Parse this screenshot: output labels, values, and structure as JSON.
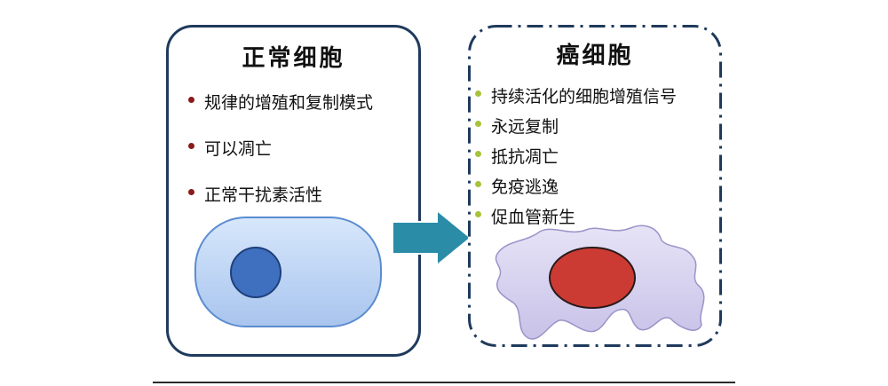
{
  "normal_panel": {
    "title": "正常细胞",
    "bullet_color": "#8b1a1a",
    "items": [
      "规律的增殖和复制模式",
      "可以凋亡",
      "正常干扰素活性"
    ],
    "cell_color": "#c6daf6",
    "nucleus_color": "#3f6fbf"
  },
  "cancer_panel": {
    "title": "癌细胞",
    "bullet_color": "#a8c23a",
    "items": [
      "持续活化的细胞增殖信号",
      "永远复制",
      "抵抗凋亡",
      "免疫逃逸",
      "促血管新生"
    ],
    "cell_color": "#d8d4ef",
    "nucleus_color": "#cc3b33"
  },
  "arrow": {
    "color": "#2b8ca8"
  }
}
